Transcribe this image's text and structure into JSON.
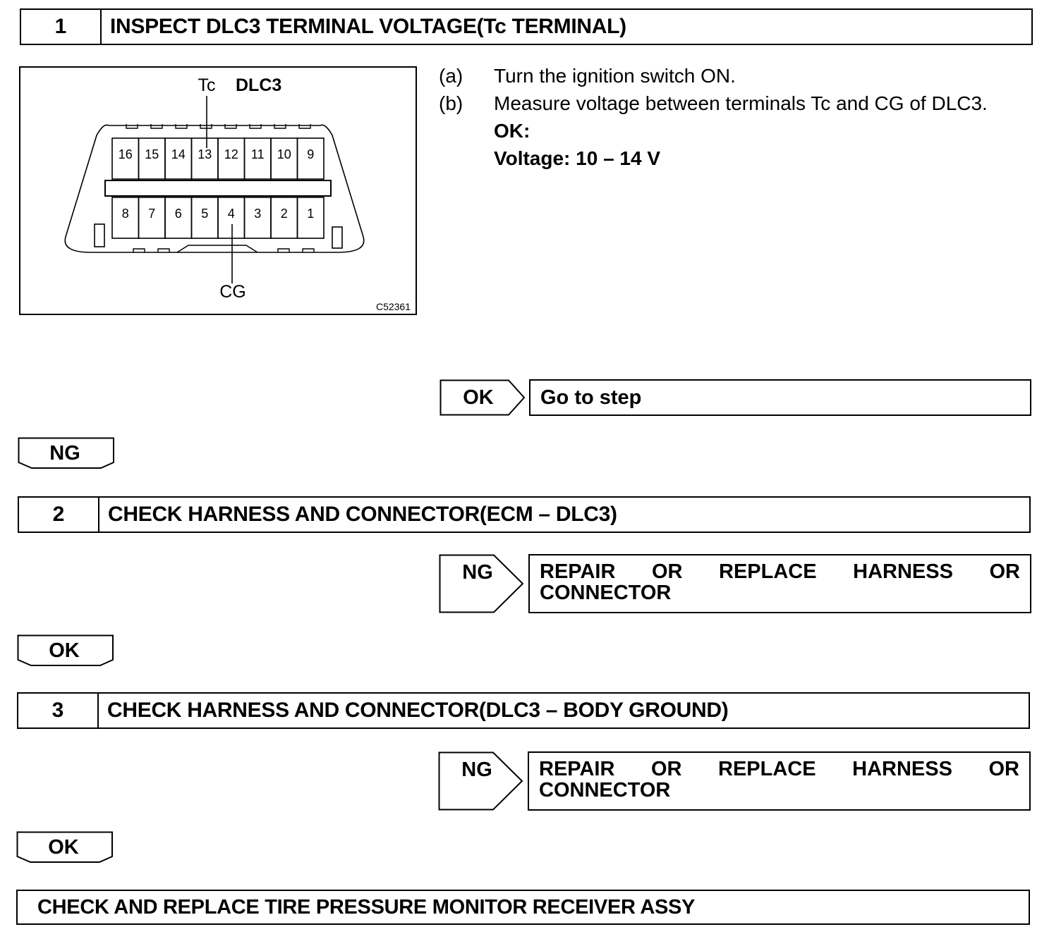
{
  "steps": [
    {
      "number": "1",
      "title": "INSPECT DLC3 TERMINAL VOLTAGE(Tc TERMINAL)"
    },
    {
      "number": "2",
      "title": "CHECK HARNESS AND CONNECTOR(ECM – DLC3)"
    },
    {
      "number": "3",
      "title": "CHECK HARNESS AND CONNECTOR(DLC3 – BODY GROUND)"
    }
  ],
  "figure": {
    "tc_label": "Tc",
    "connector_label": "DLC3",
    "cg_label": "CG",
    "figure_code": "C52361",
    "top_row_pins": [
      "16",
      "15",
      "14",
      "13",
      "12",
      "11",
      "10",
      "9"
    ],
    "bottom_row_pins": [
      "8",
      "7",
      "6",
      "5",
      "4",
      "3",
      "2",
      "1"
    ]
  },
  "instructions": {
    "a_label": "(a)",
    "a_text": "Turn the ignition switch ON.",
    "b_label": "(b)",
    "b_text": "Measure voltage between terminals Tc and CG of DLC3.",
    "ok_label": "OK:",
    "spec": "Voltage: 10 – 14 V"
  },
  "step1_ok": {
    "tag": "OK",
    "result": "Go to step"
  },
  "step1_ng": {
    "tag": "NG"
  },
  "step2_ng": {
    "tag": "NG",
    "result_line1": "REPAIR OR REPLACE HARNESS OR",
    "result_line2": "CONNECTOR"
  },
  "step2_ok": {
    "tag": "OK"
  },
  "step3_ng": {
    "tag": "NG",
    "result_line1": "REPAIR OR REPLACE HARNESS OR",
    "result_line2": "CONNECTOR"
  },
  "step3_ok": {
    "tag": "OK"
  },
  "final": {
    "text": "CHECK AND REPLACE TIRE PRESSURE MONITOR RECEIVER ASSY"
  }
}
